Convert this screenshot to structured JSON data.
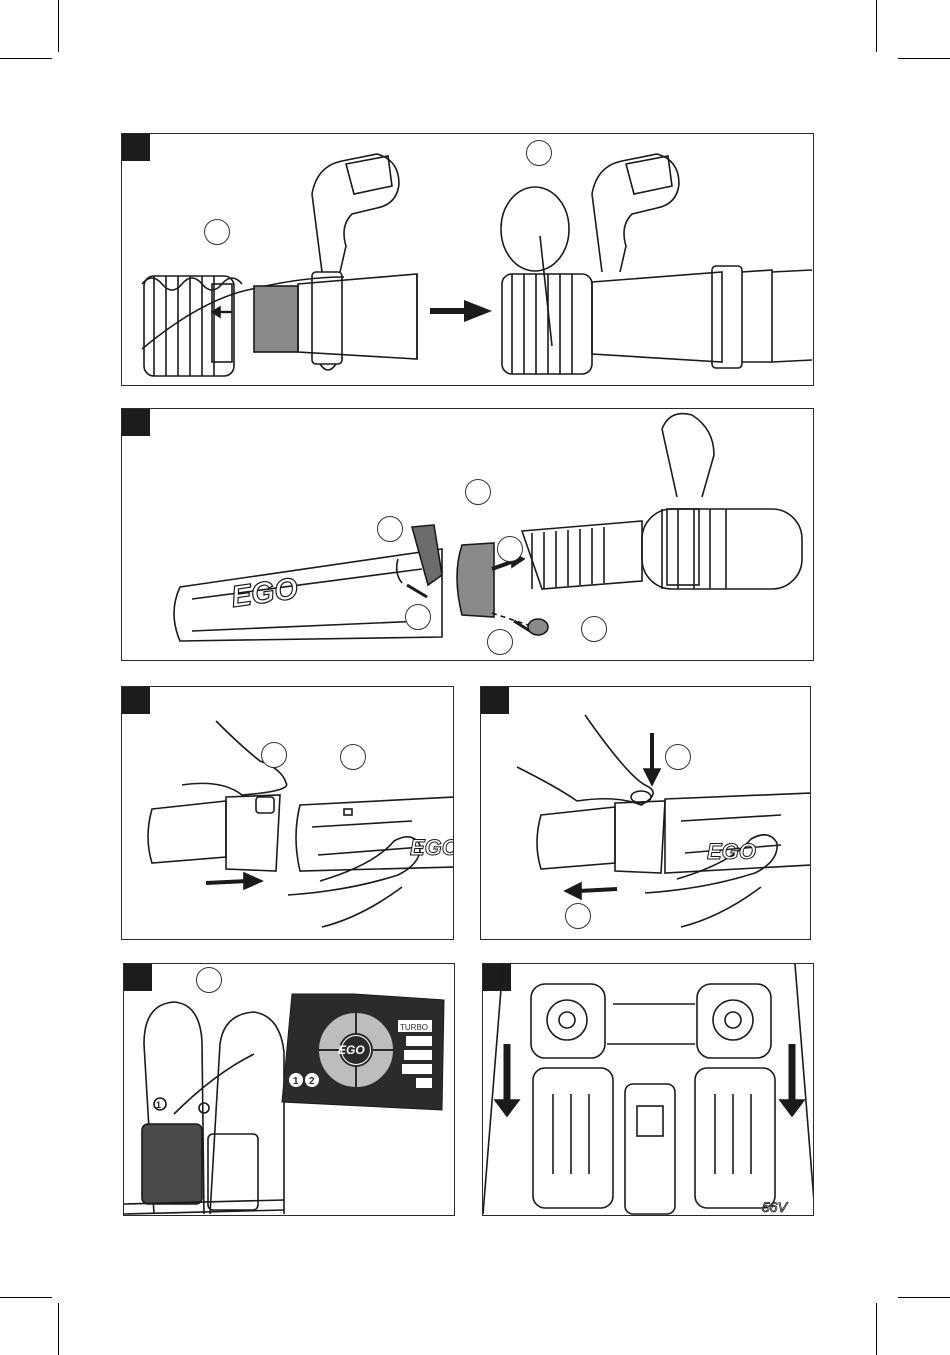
{
  "figures": [
    {
      "id": "fig-a"
    },
    {
      "id": "fig-b"
    },
    {
      "id": "fig-c"
    },
    {
      "id": "fig-d"
    },
    {
      "id": "fig-e"
    },
    {
      "id": "fig-f"
    }
  ],
  "brand": {
    "logo_text": "EGO"
  },
  "control_panel": {
    "turbo_label": "TURBO",
    "logo_text": "EGO",
    "battery_1": "1",
    "battery_2": "2"
  },
  "battery_pack_label": "56V",
  "backpack_marker": "1",
  "colors": {
    "line": "#1a1a1a",
    "fill_gray": "#8a8a8a",
    "panel_dark": "#2b2b2b"
  }
}
